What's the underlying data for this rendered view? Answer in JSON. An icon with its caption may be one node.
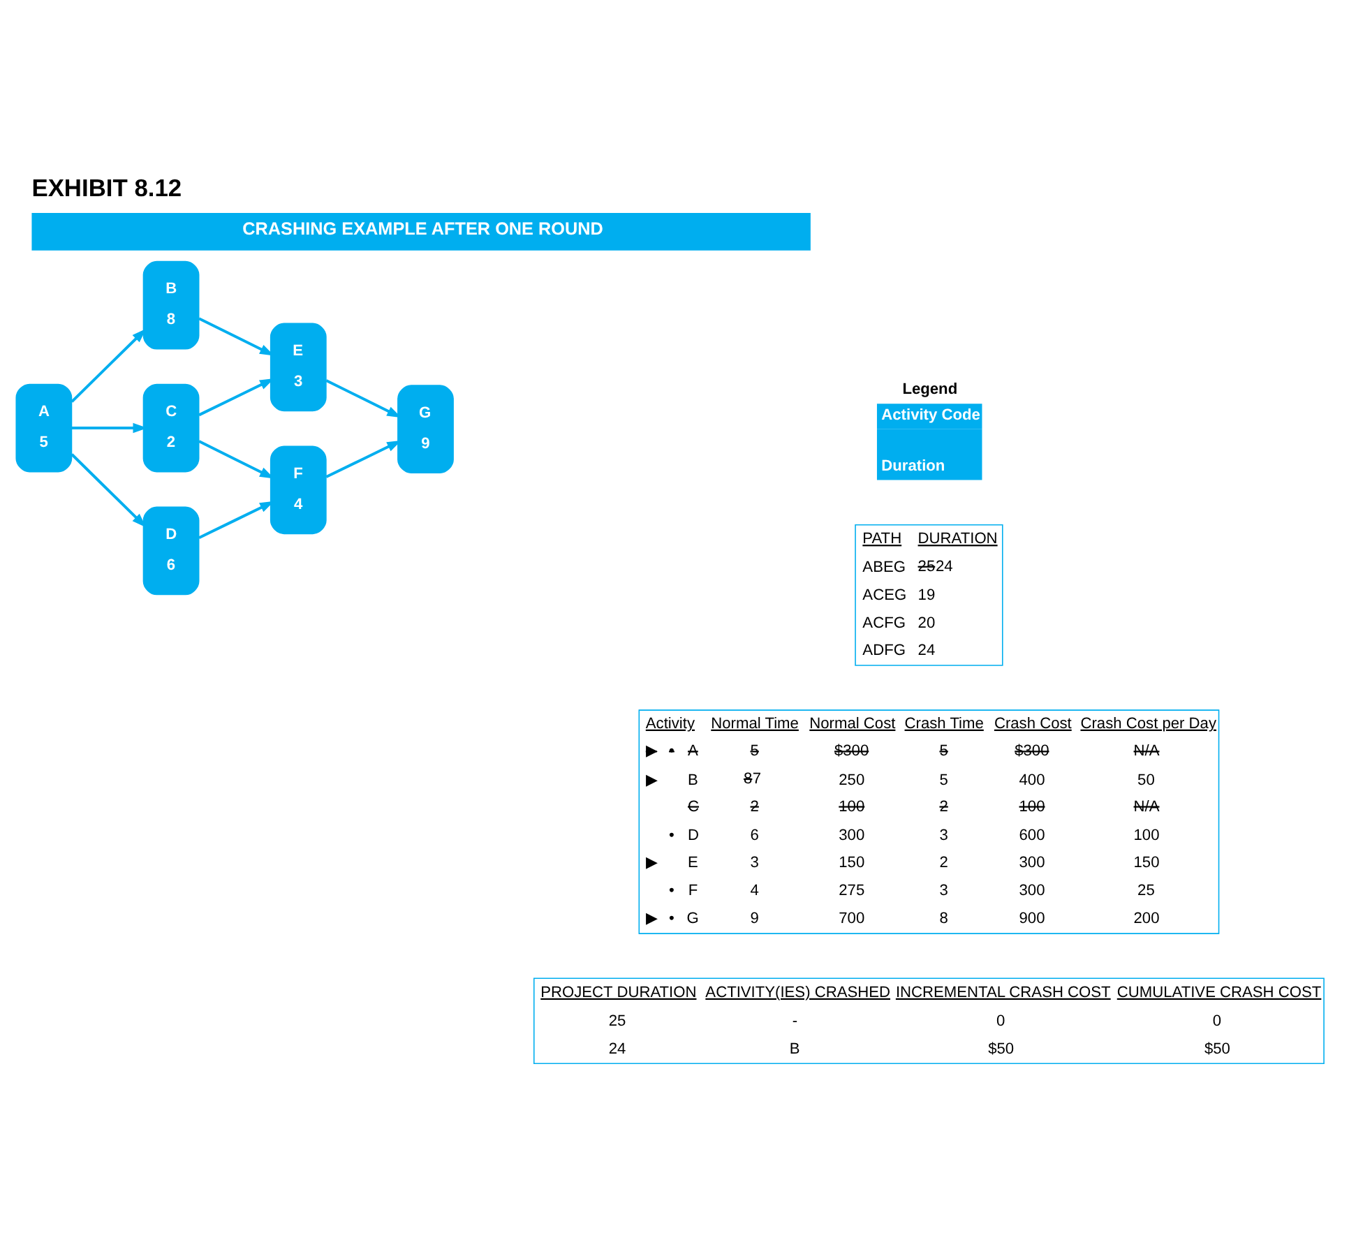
{
  "diagram": {
    "title": "EXHIBIT 8.12",
    "caption": "CRASHING EXAMPLE AFTER ONE ROUND",
    "nodes": [
      {
        "text": [
          "A",
          "5"
        ]
      },
      {
        "text": [
          "B",
          "8"
        ]
      },
      {
        "text": [
          "C",
          "2"
        ]
      },
      {
        "text": [
          "D",
          "6"
        ]
      },
      {
        "text": [
          "E",
          "3"
        ]
      },
      {
        "text": [
          "F",
          "4"
        ]
      },
      {
        "text": [
          "G",
          "9"
        ]
      },
      {
        "text": [
          "Legend",
          "Activity Code",
          "Duration"
        ]
      }
    ],
    "edges": [
      {
        "from": 0,
        "to": 1,
        "arrow": "to"
      },
      {
        "from": 0,
        "to": 2,
        "arrow": "to"
      },
      {
        "from": 0,
        "to": 3,
        "arrow": "to"
      },
      {
        "from": 1,
        "to": 4,
        "arrow": "to"
      },
      {
        "from": 2,
        "to": 4,
        "arrow": "to"
      },
      {
        "from": 2,
        "to": 5,
        "arrow": "to"
      },
      {
        "from": 3,
        "to": 5,
        "arrow": "to"
      },
      {
        "from": 4,
        "to": 6,
        "arrow": "to"
      },
      {
        "from": 5,
        "to": 6,
        "arrow": "to"
      }
    ],
    "labels": [
      "PATH",
      "DURATION",
      "ABEG",
      "25",
      "24",
      "ACEG",
      "19",
      "ACFG",
      "20",
      "ADFG",
      "24",
      "Activity",
      "Normal Time",
      "Normal Cost",
      "Crash Time",
      "Crash Cost",
      "Crash Cost per Day",
      "▶",
      "•",
      "A",
      "5",
      "$300",
      "5",
      "$300",
      "N/A",
      "▶",
      "B",
      "8",
      "7",
      "250",
      "5",
      "400",
      "50",
      "C",
      "2",
      "100",
      "2",
      "100",
      "N/A",
      "•",
      "D",
      "6",
      "300",
      "3",
      "600",
      "100",
      "▶",
      "E",
      "3",
      "150",
      "2",
      "300",
      "150",
      "•",
      "F",
      "4",
      "275",
      "3",
      "300",
      "25",
      "▶",
      "•",
      "G",
      "9",
      "700",
      "8",
      "900",
      "200",
      "PROJECT DURATION",
      "ACTIVITY(IES) CRASHED",
      "INCREMENTAL CRASH COST",
      "CUMULATIVE CRASH COST",
      "25",
      "-",
      "0",
      "0",
      "24",
      "B",
      "$50",
      "$50"
    ]
  }
}
